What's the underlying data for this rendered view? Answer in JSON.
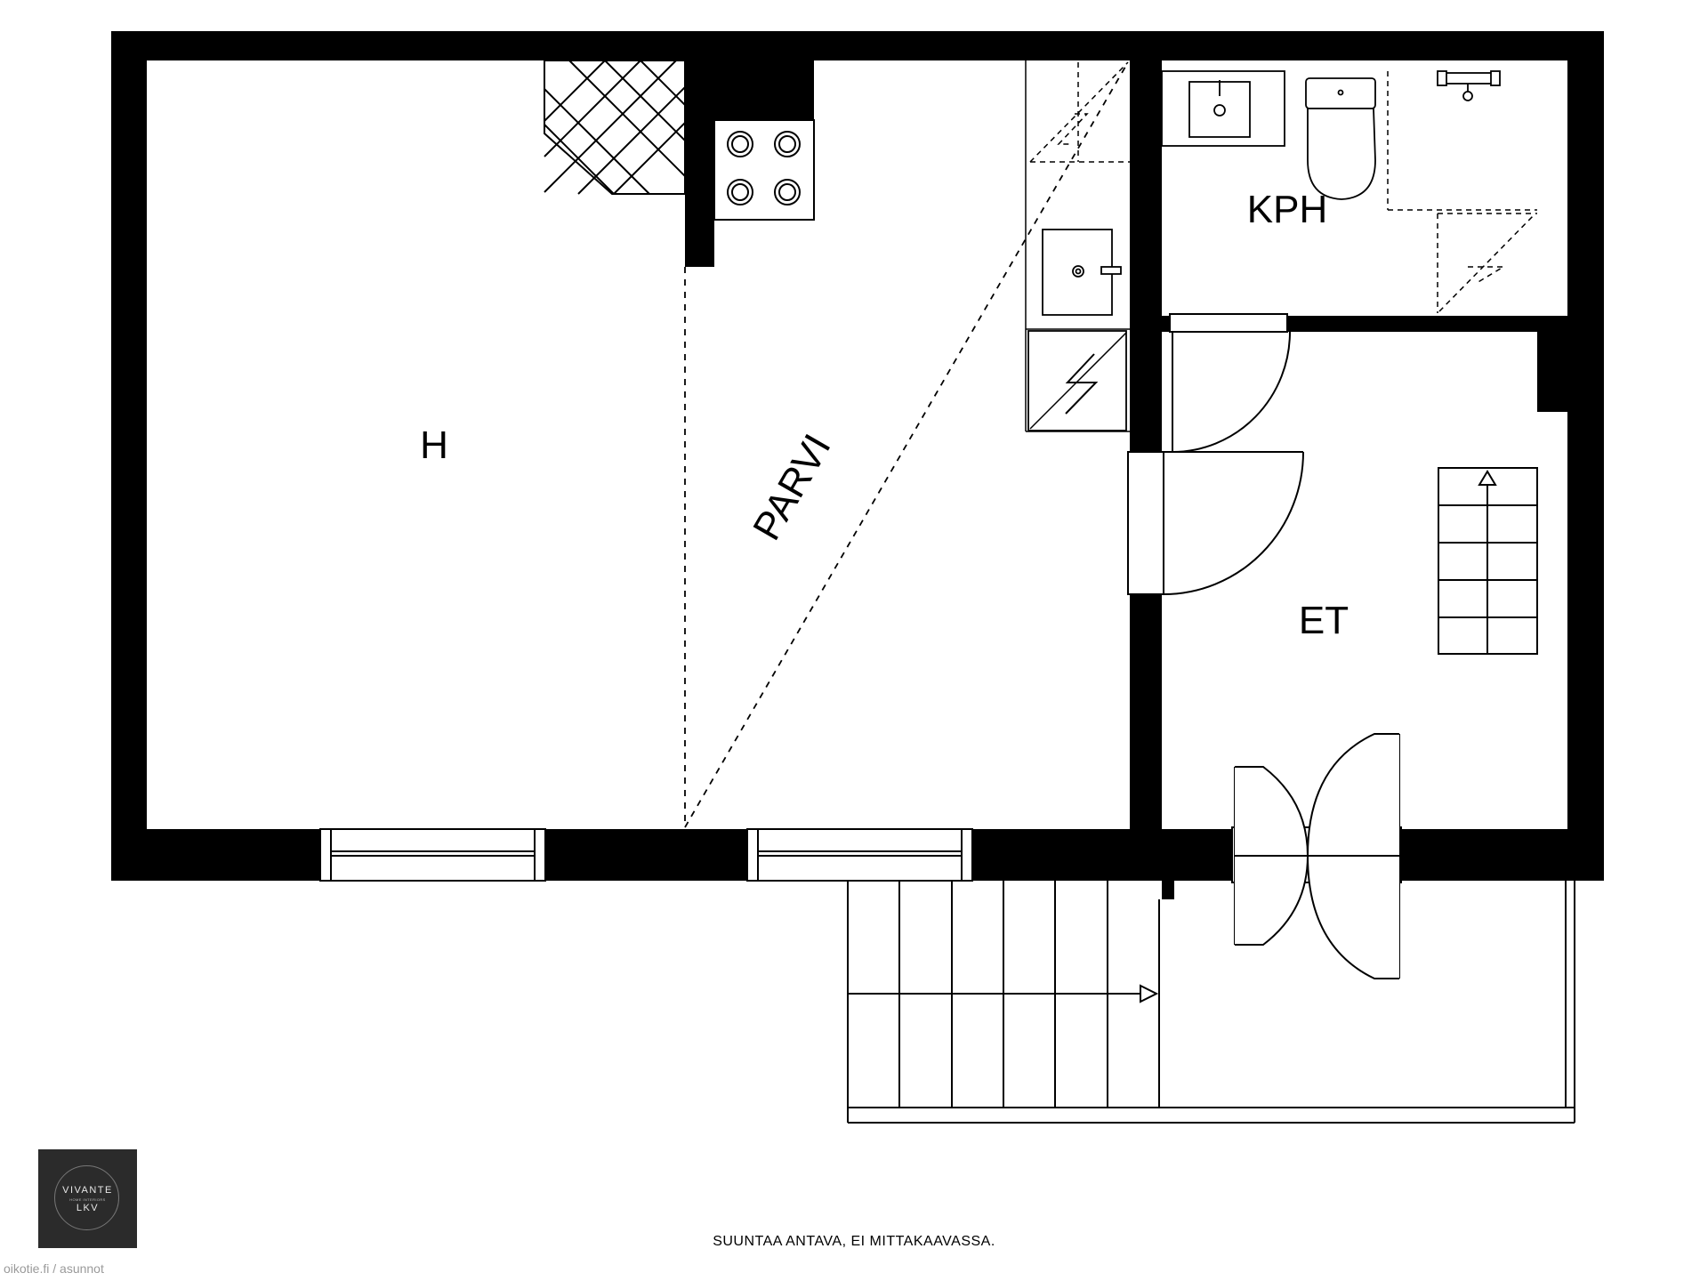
{
  "rooms": {
    "living": "H",
    "loft": "PARVI",
    "bathroom": "KPH",
    "hallway": "ET"
  },
  "footer_note": "SUUNTAA ANTAVA, EI MITTAKAAVASSA.",
  "watermark": "oikotie.fi / asunnot",
  "logo": {
    "top": "VIVANTE",
    "middle": "HOME INTERIORS",
    "bottom": "LKV"
  },
  "colors": {
    "wall": "#000000",
    "background": "#ffffff",
    "logo_background": "#2b2b2b"
  }
}
